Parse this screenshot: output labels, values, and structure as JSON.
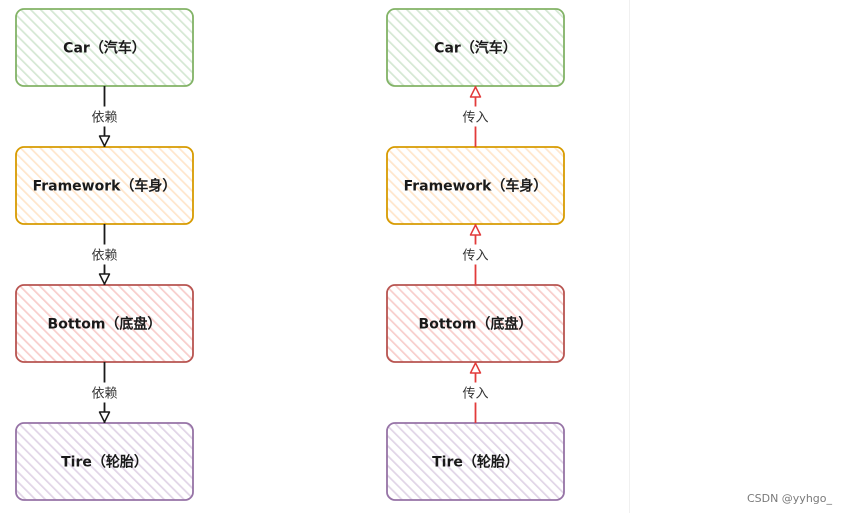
{
  "diagrams": [
    {
      "nodes": [
        {
          "label": "Car（汽车）",
          "stroke": "#82b366",
          "fill": "#d5e8d4"
        },
        {
          "label": "Framework（车身）",
          "stroke": "#d79b00",
          "fill": "#ffe6cc"
        },
        {
          "label": "Bottom（底盘）",
          "stroke": "#b85450",
          "fill": "#f8cecc"
        },
        {
          "label": "Tire（轮胎）",
          "stroke": "#9673a6",
          "fill": "#e1d5e7"
        }
      ],
      "edges": [
        {
          "label": "依赖",
          "direction": "down",
          "color": "#1a1a1a"
        },
        {
          "label": "依赖",
          "direction": "down",
          "color": "#1a1a1a"
        },
        {
          "label": "依赖",
          "direction": "down",
          "color": "#1a1a1a"
        }
      ]
    },
    {
      "nodes": [
        {
          "label": "Car（汽车）",
          "stroke": "#82b366",
          "fill": "#d5e8d4"
        },
        {
          "label": "Framework（车身）",
          "stroke": "#d79b00",
          "fill": "#ffe6cc"
        },
        {
          "label": "Bottom（底盘）",
          "stroke": "#b85450",
          "fill": "#f8cecc"
        },
        {
          "label": "Tire（轮胎）",
          "stroke": "#9673a6",
          "fill": "#e1d5e7"
        }
      ],
      "edges": [
        {
          "label": "传入",
          "direction": "up",
          "color": "#e23b3b"
        },
        {
          "label": "传入",
          "direction": "up",
          "color": "#e23b3b"
        },
        {
          "label": "传入",
          "direction": "up",
          "color": "#e23b3b"
        }
      ]
    }
  ],
  "watermark": "CSDN @yyhgo_"
}
